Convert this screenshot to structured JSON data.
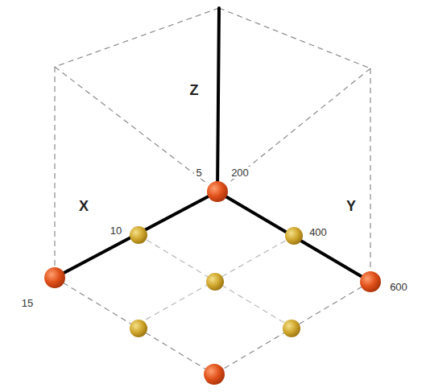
{
  "diagram": {
    "labels": [
      "Z",
      "X",
      "Y",
      "5",
      "200",
      "10",
      "400",
      "15",
      "600"
    ]
  }
}
